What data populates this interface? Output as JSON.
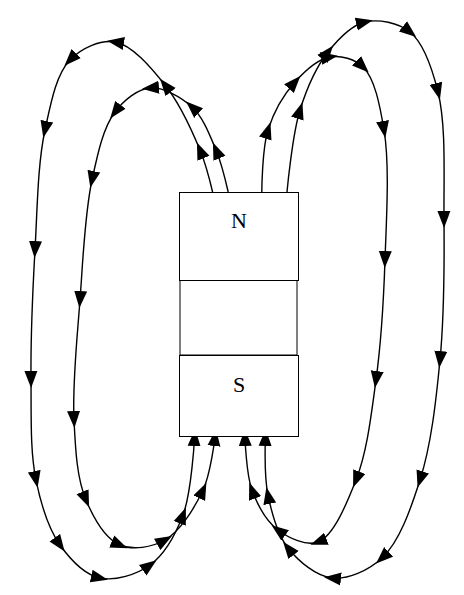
{
  "diagram": {
    "nodes": [
      {
        "text": [
          "N"
        ]
      },
      {
        "text": [
          "S"
        ]
      }
    ],
    "edges": [
      {
        "from": 0,
        "to": 1,
        "arrow": "to"
      },
      {
        "from": 0,
        "to": 1,
        "arrow": "to"
      },
      {
        "from": 0,
        "to": 1,
        "arrow": "to"
      },
      {
        "from": 0,
        "to": 1,
        "arrow": "to"
      }
    ]
  }
}
